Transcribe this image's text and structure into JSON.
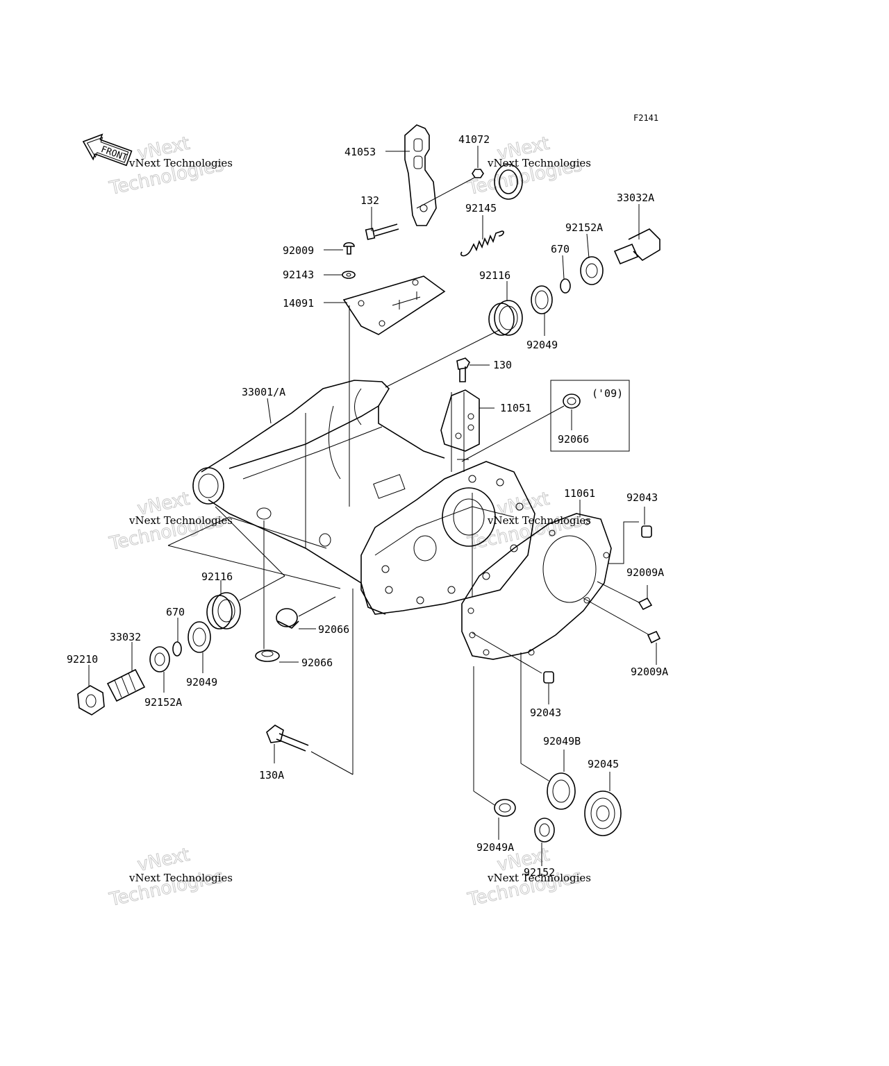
{
  "figure_code": "F2141",
  "front_label": "FRONT",
  "variant_note": "('09)",
  "watermark": {
    "primary": "vNext Technologies",
    "line_a": "vNext",
    "line_b": "Technologies"
  },
  "labels": {
    "p41053": "41053",
    "p41072": "41072",
    "p132": "132",
    "p92145": "92145",
    "p33032A": "33032A",
    "p92152A_top": "92152A",
    "p670_top": "670",
    "p92009": "92009",
    "p92143": "92143",
    "p14091": "14091",
    "p92116_top": "92116",
    "p92049_top": "92049",
    "p130": "130",
    "p11051": "11051",
    "p92066_box": "92066",
    "p33001A": "33001/A",
    "p11061": "11061",
    "p92043_top": "92043",
    "p92009A_1": "92009A",
    "p92009A_2": "92009A",
    "p92043_mid": "92043",
    "p92116_left": "92116",
    "p670_left": "670",
    "p33032": "33032",
    "p92210": "92210",
    "p92152A_left": "92152A",
    "p92049_left": "92049",
    "p92066_a": "92066",
    "p92066_b": "92066",
    "p130A": "130A",
    "p92049B": "92049B",
    "p92045": "92045",
    "p92049A": "92049A",
    "p92152": "92152"
  }
}
